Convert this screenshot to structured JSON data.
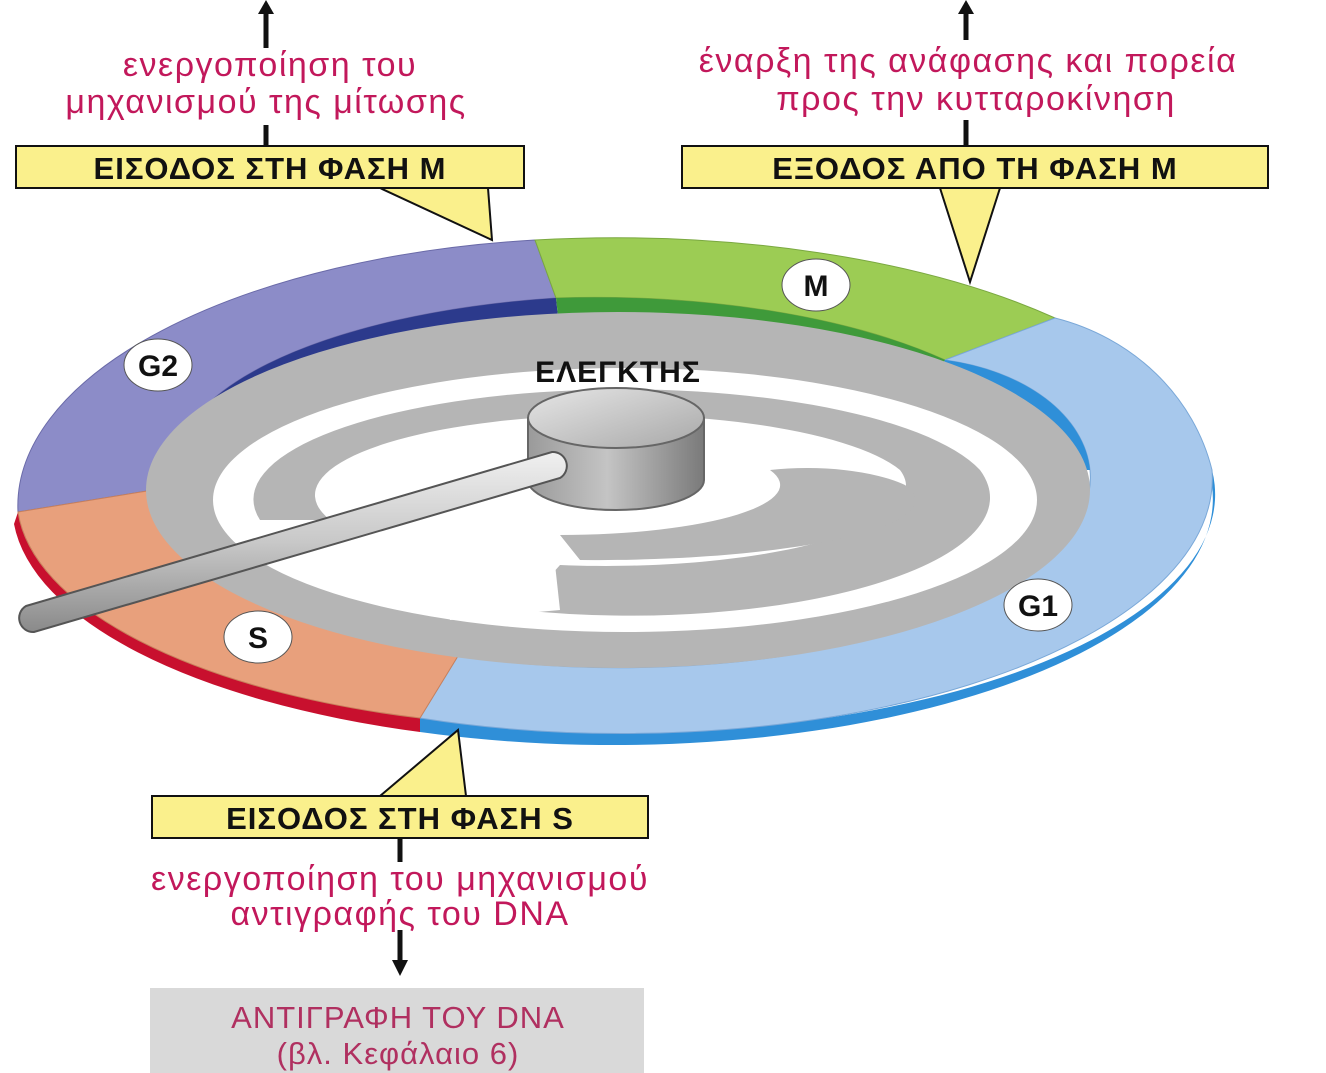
{
  "colors": {
    "g2": "#8c8cc8",
    "g2_edge": "#2c3a8c",
    "m": "#9ccc54",
    "m_edge": "#3f9a3a",
    "g1": "#a7c8ec",
    "g1_edge": "#2f8fd8",
    "s": "#e8a07c",
    "s_edge": "#c8102e",
    "track": "#b5b5b5",
    "callout": "#faf08c",
    "note": "#c2185b",
    "bottom_box": "#d9d9d9"
  },
  "top_left": {
    "note_line1": "ενεργοποίηση του",
    "note_line2": "μηχανισμού της μίτωσης",
    "box": "ΕΙΣΟΔΟΣ ΣΤΗ ΦΑΣΗ M"
  },
  "top_right": {
    "note_line1": "έναρξη της ανάφασης και πορεία",
    "note_line2": "προς την κυτταροκίνηση",
    "box": "ΕΞΟΔΟΣ ΑΠΟ ΤΗ ΦΑΣΗ M"
  },
  "bottom": {
    "box": "ΕΙΣΟΔΟΣ ΣΤΗ ΦΑΣΗ S",
    "note_line1": "ενεργοποίηση του μηχανισμού",
    "note_line2": "αντιγραφής του DNA",
    "result_line1": "ΑΝΤΙΓΡΑΦΗ ΤΟΥ DNA",
    "result_line2": "(βλ. Κεφάλαιο 6)"
  },
  "controller": "ΕΛΕΓΚΤΗΣ",
  "phases": {
    "g2": "G2",
    "m": "M",
    "g1": "G1",
    "s": "S"
  }
}
